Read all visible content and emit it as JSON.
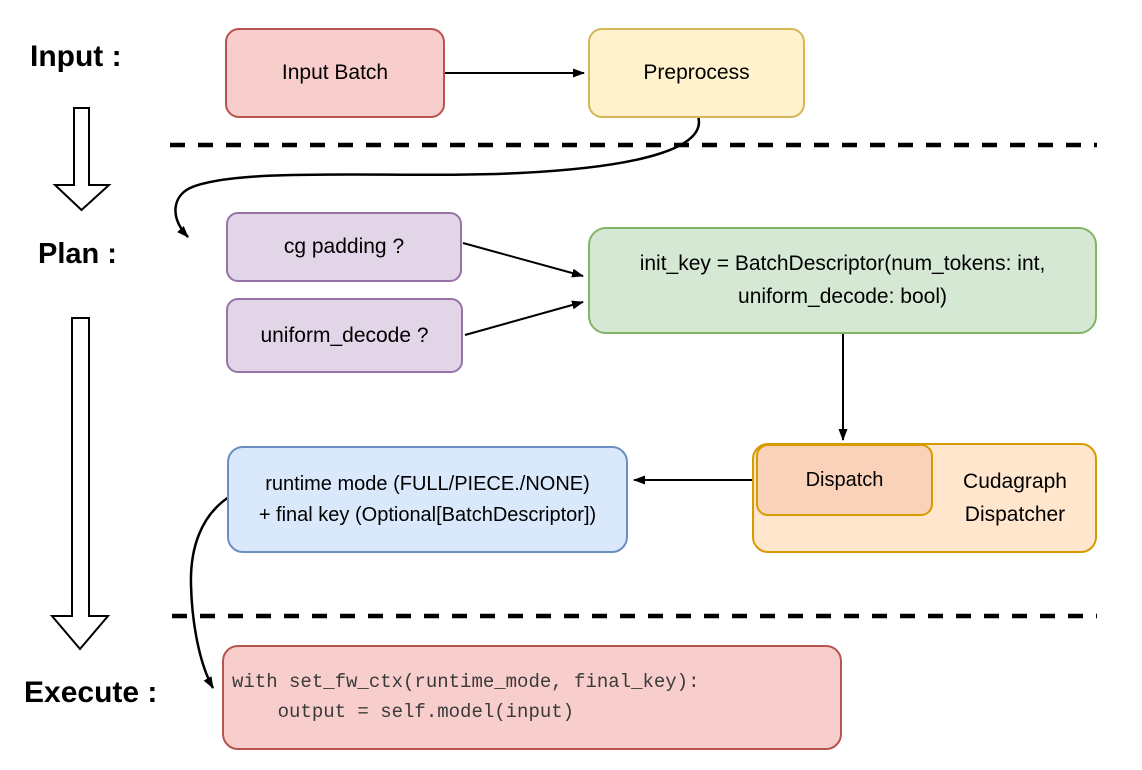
{
  "labels": {
    "input": "Input :",
    "plan": "Plan :",
    "execute": "Execute :"
  },
  "nodes": {
    "input_batch": {
      "label": "Input Batch",
      "fill": "#F8CECC",
      "stroke": "#B85450"
    },
    "preprocess": {
      "label": "Preprocess",
      "fill": "#FFF2CC",
      "stroke": "#D6B656"
    },
    "cg_padding": {
      "label": "cg padding ?",
      "fill": "#E1D5E7",
      "stroke": "#9673A6"
    },
    "uniform_decode": {
      "label": "uniform_decode ?",
      "fill": "#E1D5E7",
      "stroke": "#9673A6"
    },
    "init_key": {
      "line1": "init_key = BatchDescriptor(num_tokens: int,",
      "line2": "uniform_decode: bool)",
      "fill": "#D5E8D4",
      "stroke": "#82B366"
    },
    "dispatch": {
      "label": "Dispatch",
      "fill": "#FAD2B9",
      "stroke": "#D79B00"
    },
    "cudagraph": {
      "line1": "Cudagraph",
      "line2": "Dispatcher",
      "fill": "#FFE6CC",
      "stroke": "#D79B00"
    },
    "runtime_mode": {
      "line1": "runtime mode (FULL/PIECE./NONE)",
      "line2": "+ final key (Optional[BatchDescriptor])",
      "fill": "#DAE8FC",
      "stroke": "#6C8EBF"
    },
    "execute_code": {
      "line1": "with set_fw_ctx(runtime_mode, final_key):",
      "line2": "    output = self.model(input)",
      "fill": "#F8CECC",
      "stroke": "#B85450"
    }
  },
  "connector_color": "#000000"
}
